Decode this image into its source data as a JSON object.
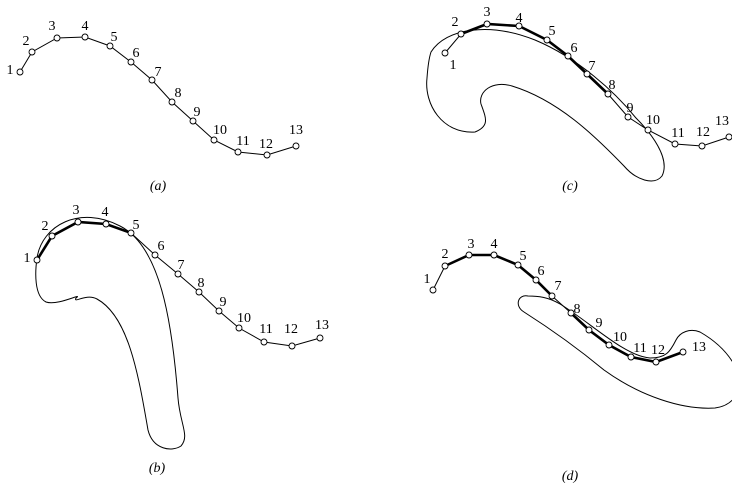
{
  "panels": [
    {
      "id": "a",
      "caption": "(a)",
      "point_labels": [
        "1",
        "2",
        "3",
        "4",
        "5",
        "6",
        "7",
        "8",
        "9",
        "10",
        "11",
        "12",
        "13"
      ]
    },
    {
      "id": "b",
      "caption": "(b)",
      "point_labels": [
        "1",
        "2",
        "3",
        "4",
        "5",
        "6",
        "7",
        "8",
        "9",
        "10",
        "11",
        "12",
        "13"
      ]
    },
    {
      "id": "c",
      "caption": "(c)",
      "point_labels": [
        "1",
        "2",
        "3",
        "4",
        "5",
        "6",
        "7",
        "8",
        "9",
        "10",
        "11",
        "12",
        "13"
      ]
    },
    {
      "id": "d",
      "caption": "(d)",
      "point_labels": [
        "1",
        "2",
        "3",
        "4",
        "5",
        "6",
        "7",
        "8",
        "9",
        "10",
        "11",
        "12",
        "13"
      ]
    }
  ]
}
